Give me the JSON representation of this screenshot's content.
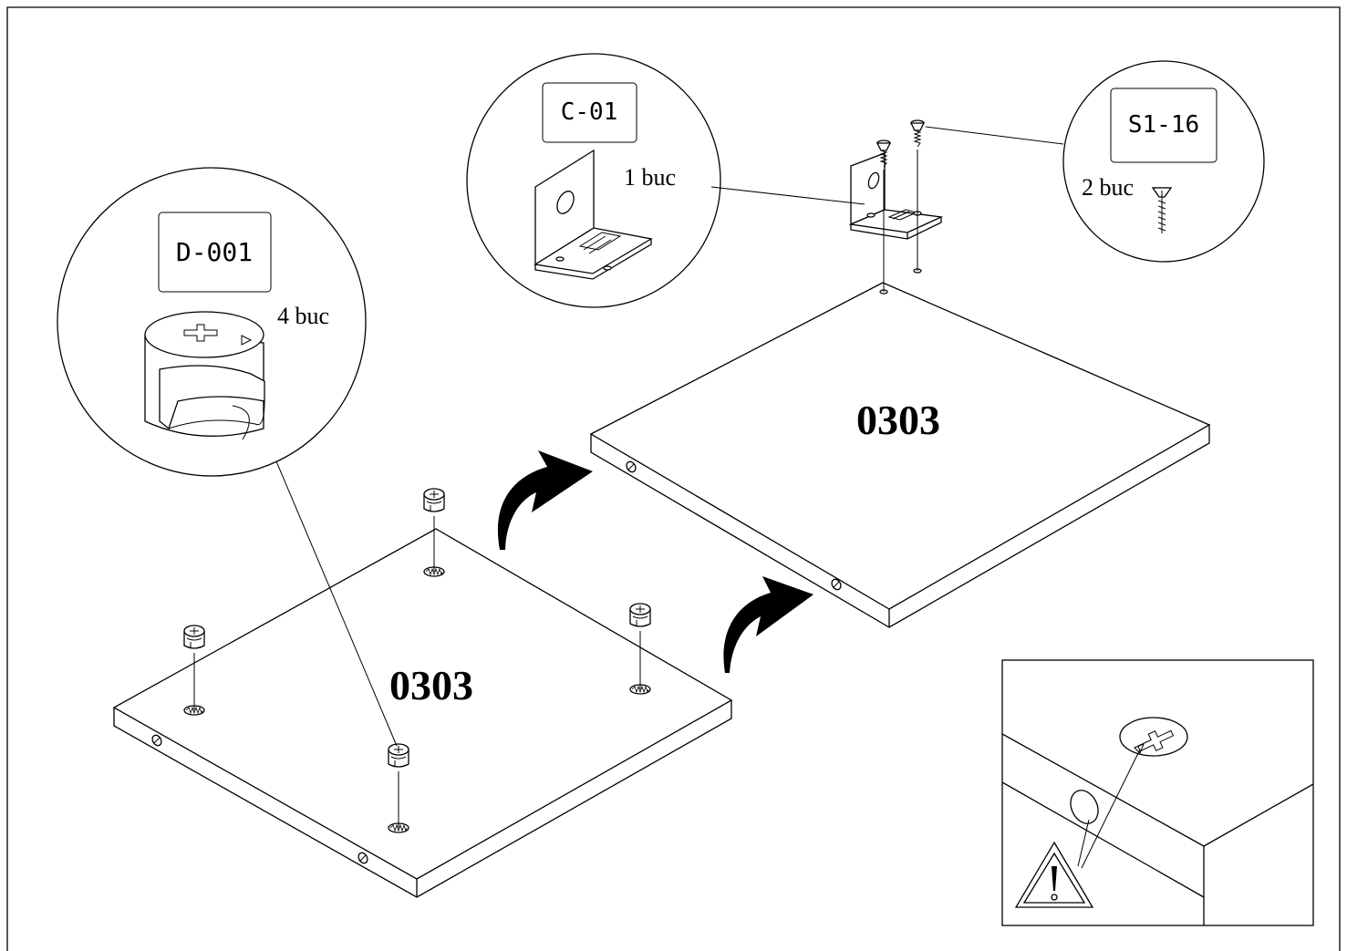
{
  "panels": {
    "bottom": {
      "label": "0303"
    },
    "top": {
      "label": "0303"
    }
  },
  "callouts": {
    "cam": {
      "code": "D-001",
      "qty": "4 buc"
    },
    "bracket": {
      "code": "C-01",
      "qty": "1 buc"
    },
    "screw": {
      "code": "S1-16",
      "qty": "2 buc"
    }
  },
  "icons": {
    "arrows": "curved-arrow-icon",
    "warning": "warning-triangle-icon"
  }
}
